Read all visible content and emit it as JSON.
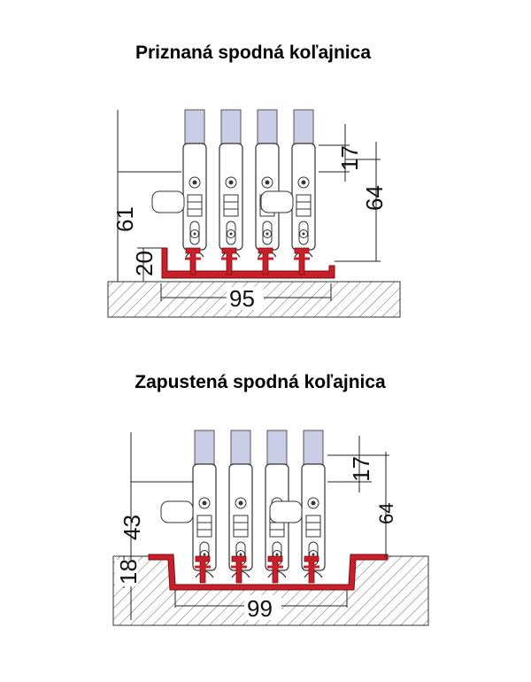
{
  "diagrams": [
    {
      "title": "Priznaná spodná koľajnica",
      "dimensions": {
        "height_total": "61",
        "rail_height": "20",
        "width": "95",
        "top_offset": "17",
        "bracket_height": "64"
      }
    },
    {
      "title": "Zapustená spodná koľajnica",
      "dimensions": {
        "height_total": "43",
        "rail_height": "18",
        "width": "99",
        "top_offset": "17",
        "bracket_height": "64"
      }
    }
  ],
  "colors": {
    "rail": "#c8202a",
    "glass": "#c9cde6",
    "hatch": "#555555",
    "line": "#222222"
  }
}
